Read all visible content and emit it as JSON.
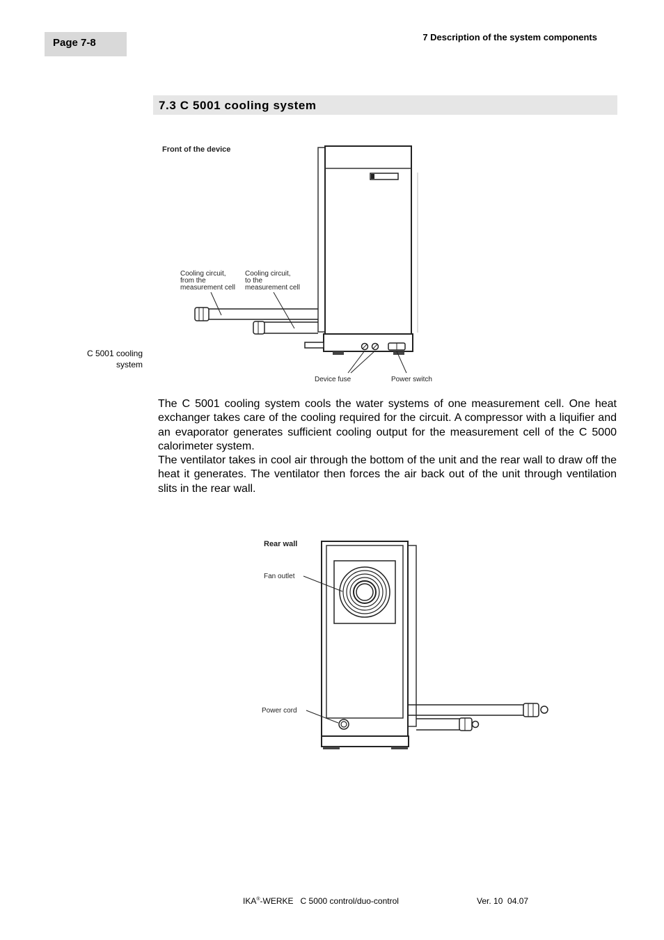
{
  "header": {
    "page_label": "Page 7-8",
    "chapter_title": "7 Description of the system components"
  },
  "section": {
    "heading": "7.3   C 5001 cooling system"
  },
  "margin_note": [
    "C 5001 cooling",
    "system"
  ],
  "figure_front": {
    "title": "Front of the device",
    "label_from_circuit": [
      "Cooling circuit,",
      "from the",
      "measurement cell"
    ],
    "label_to_circuit": [
      "Cooling circuit,",
      "to the",
      "measurement cell"
    ],
    "label_fuse": "Device fuse",
    "label_switch": "Power switch"
  },
  "body": {
    "paragraph1": "The C 5001 cooling system cools the water systems of one measurement cell. One heat exchanger takes care of the cooling required for the circuit. A compressor with a liquifier and an evaporator generates sufficient cooling output for the measurement cell of the C 5000 calorimeter system.",
    "paragraph2": "The ventilator takes in cool air through the bottom of the unit and the rear wall to draw off the heat it generates. The ventilator then forces the air back out of the unit through ventilation slits in the rear wall."
  },
  "figure_rear": {
    "title": "Rear wall",
    "label_fan": "Fan outlet",
    "label_cord": "Power cord"
  },
  "footer": {
    "brand": "IKA",
    "registered": "®",
    "brand_suffix": "-WERKE   C 5000 control/duo-control",
    "version": "Ver. 10  04.07"
  }
}
